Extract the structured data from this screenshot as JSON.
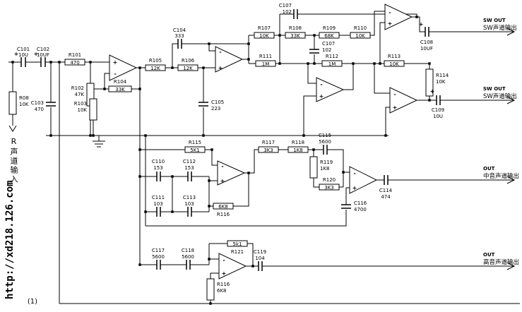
{
  "watermark": "http://xd218.126.com",
  "page_number": "(1)",
  "input": {
    "label": "R声道输入"
  },
  "outputs": {
    "sw_top": {
      "l1": "SW OUT",
      "l2": "SW声道输出"
    },
    "sw_mid": {
      "l1": "SW OUT",
      "l2": "SW声道输出"
    },
    "mid": {
      "l1": "OUT",
      "l2": "中音声道输出"
    },
    "high": {
      "l1": "OUT",
      "l2": "高音声道输出"
    }
  },
  "sym": {
    "plus": "+",
    "minus": "-"
  },
  "c": {
    "C101": {
      "n": "C101",
      "v": "10U"
    },
    "C102": {
      "n": "C102",
      "v": "10UF"
    },
    "C103": {
      "n": "C103",
      "v": "470"
    },
    "C104": {
      "n": "C104",
      "v": "333"
    },
    "C105": {
      "n": "C105",
      "v": "223"
    },
    "C107_top": {
      "n": "C107",
      "v": "102"
    },
    "C107_mid": {
      "n": "C107",
      "v": "102"
    },
    "C108": {
      "n": "C108",
      "v": "10UF"
    },
    "C109": {
      "n": "C109",
      "v": "10U"
    },
    "C110": {
      "n": "C110",
      "v": "153"
    },
    "C111": {
      "n": "C111",
      "v": "103"
    },
    "C112": {
      "n": "C112",
      "v": "153"
    },
    "C113": {
      "n": "C113",
      "v": "103"
    },
    "C114": {
      "n": "C114",
      "v": "474"
    },
    "C115": {
      "n": "C115",
      "v": "5600"
    },
    "C116": {
      "n": "C116",
      "v": "4700"
    },
    "C117": {
      "n": "C117",
      "v": "5600"
    },
    "C118": {
      "n": "C118",
      "v": "5600"
    },
    "C119": {
      "n": "C119",
      "v": "104"
    },
    "R08": {
      "n": "R08",
      "v": "10K"
    },
    "R101": {
      "n": "R101",
      "v": "470"
    },
    "R102": {
      "n": "R102",
      "v": "47K"
    },
    "R103": {
      "n": "R103",
      "v": "10K"
    },
    "R104": {
      "n": "R104",
      "v": "33K"
    },
    "R105": {
      "n": "R105",
      "v": "12K"
    },
    "R106": {
      "n": "R106",
      "v": "12K"
    },
    "R107": {
      "n": "R107",
      "v": "10K"
    },
    "R108": {
      "n": "R108",
      "v": "33K"
    },
    "R109": {
      "n": "R109",
      "v": "68K"
    },
    "R110": {
      "n": "R110",
      "v": "10K"
    },
    "R111": {
      "n": "R111",
      "v": "1M"
    },
    "R112": {
      "n": "R112",
      "v": "1M"
    },
    "R113": {
      "n": "R113",
      "v": "10K"
    },
    "R114": {
      "n": "R114",
      "v": "10K"
    },
    "R115": {
      "n": "R115",
      "v": "5K1"
    },
    "R116_mid": {
      "n": "R116",
      "v": "6K8"
    },
    "R116_bot": {
      "n": "R116",
      "v": "6K8"
    },
    "R117": {
      "n": "R117",
      "v": "3K3"
    },
    "R118": {
      "n": "R118",
      "v": "1K8"
    },
    "R119": {
      "n": "R119",
      "v": "1K8"
    },
    "R120": {
      "n": "R120",
      "v": "3K3"
    },
    "R121": {
      "n": "R121",
      "v": "5k1"
    }
  }
}
